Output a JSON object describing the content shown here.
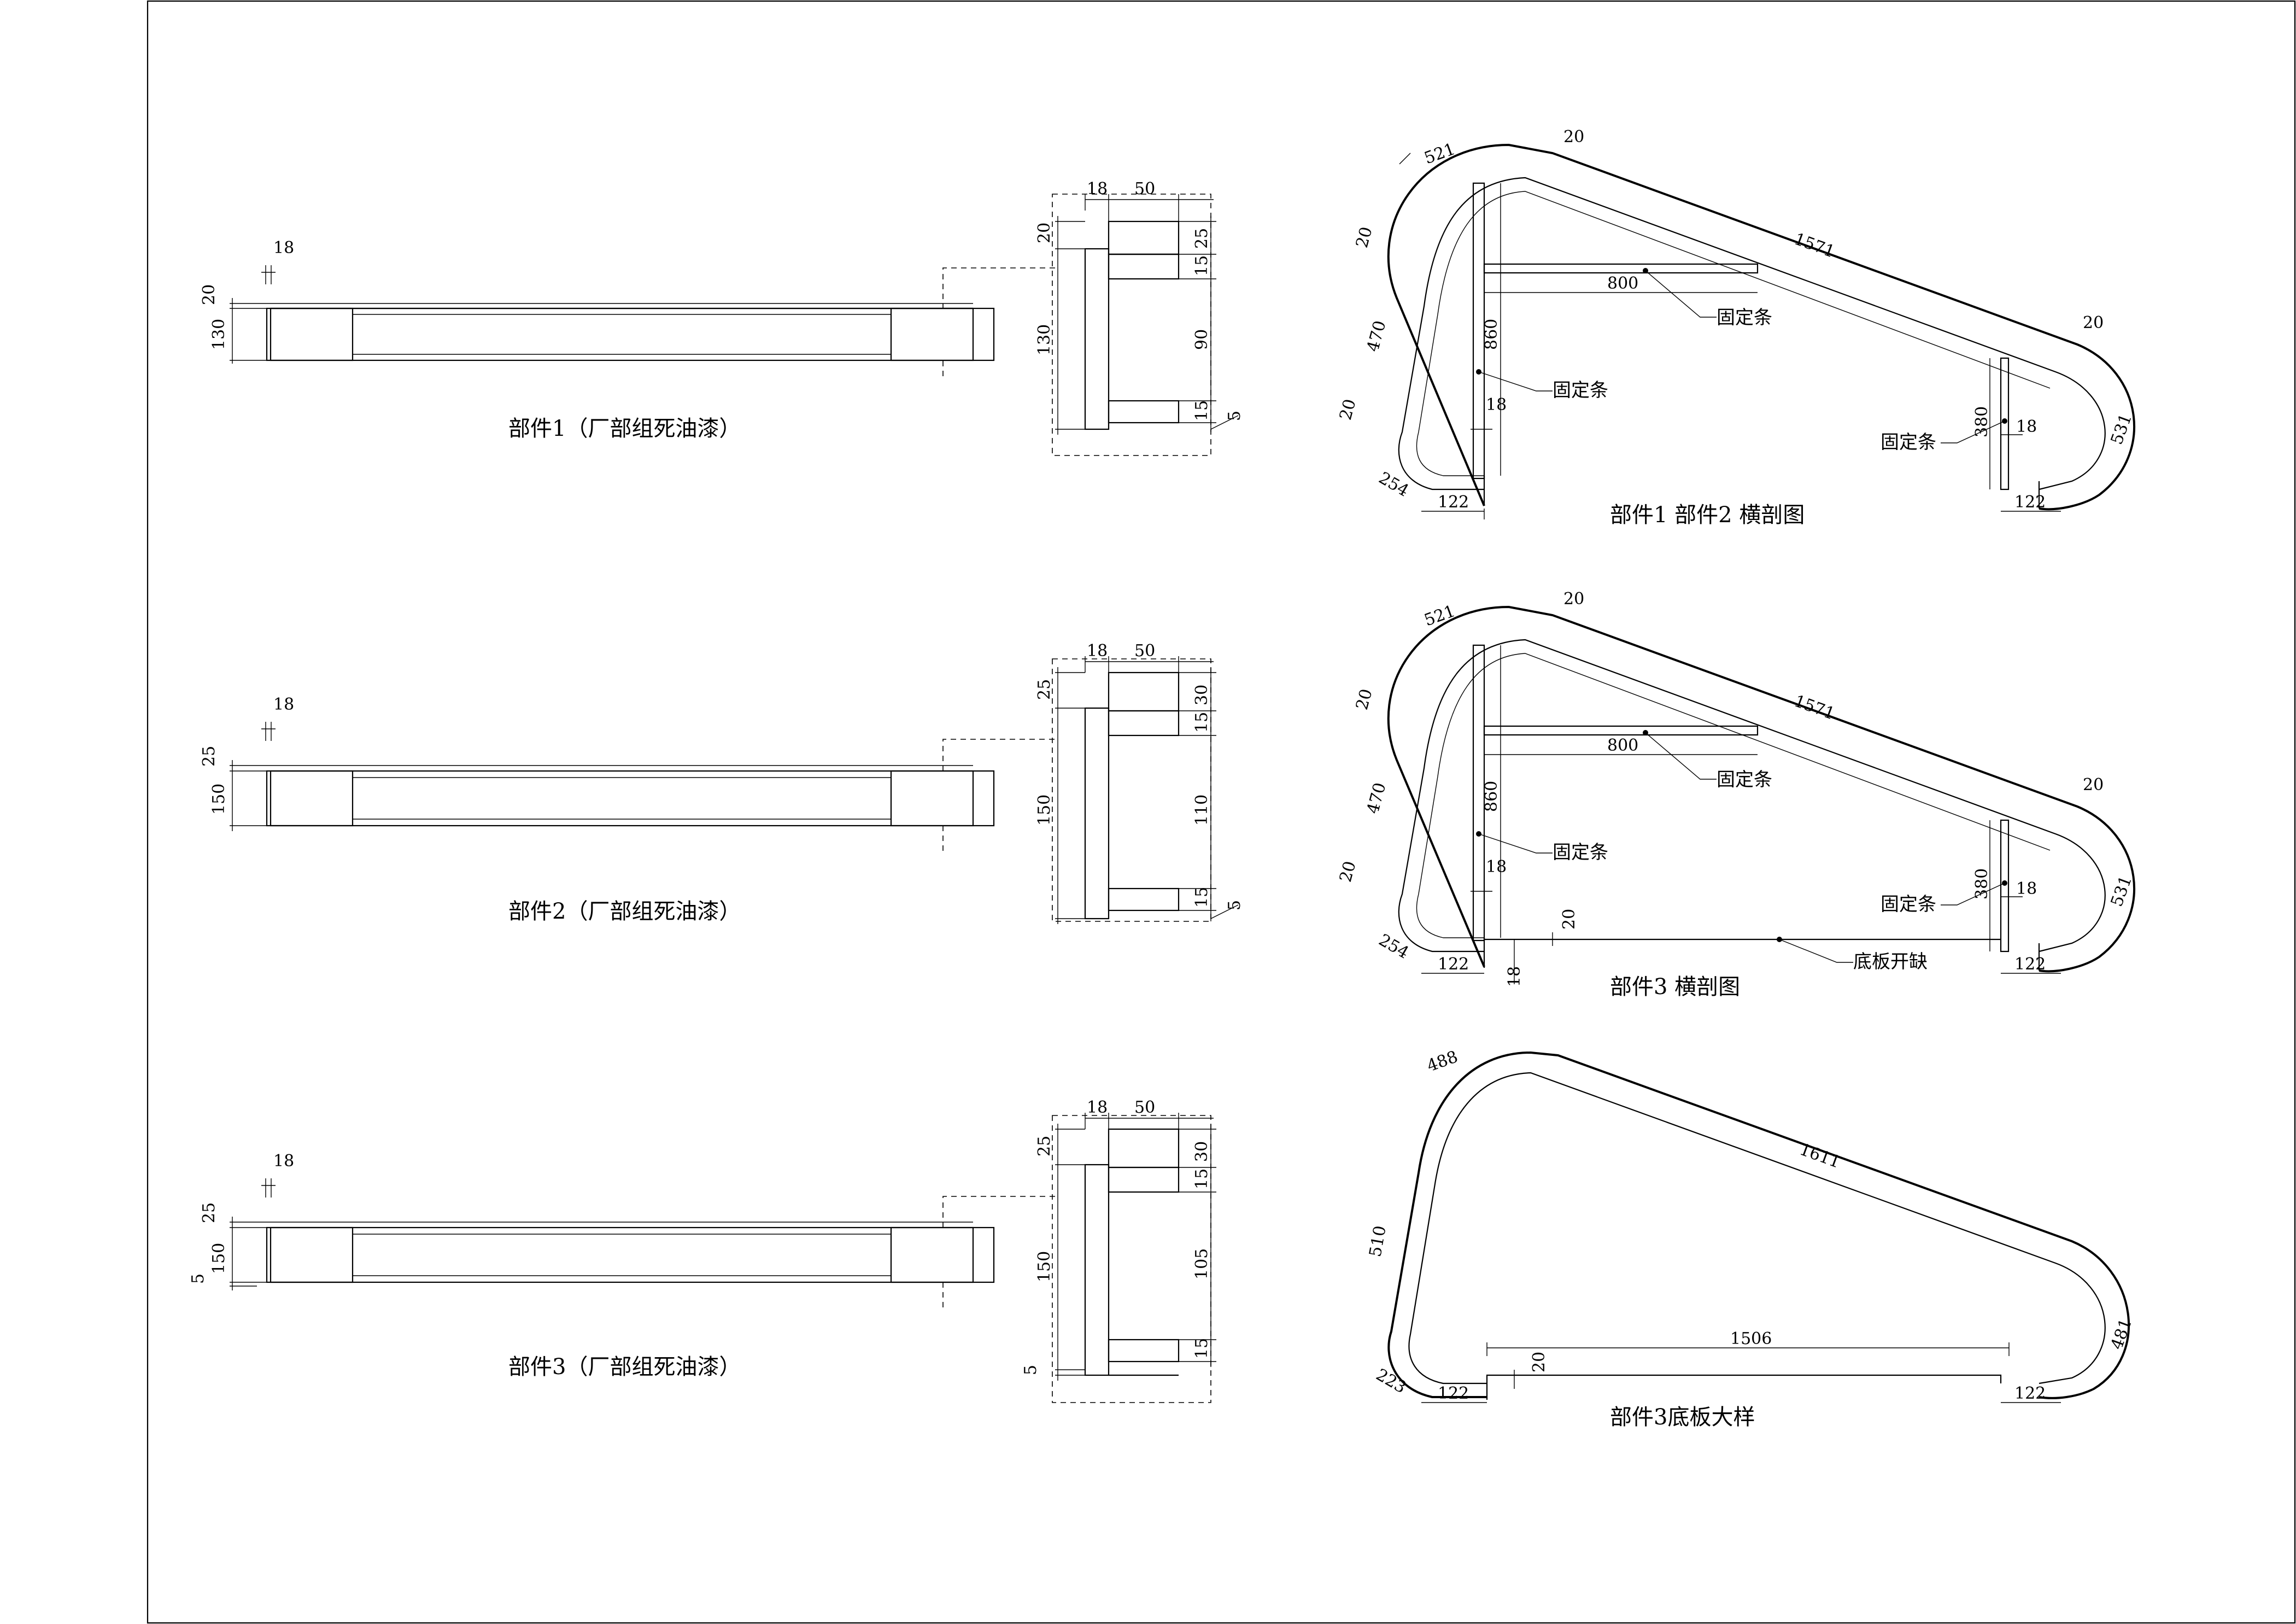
{
  "views": {
    "part1": {
      "title": "部件1（厂部组死油漆）",
      "dims": {
        "plank": "18",
        "top": "20",
        "height": "130"
      }
    },
    "part2": {
      "title": "部件2（厂部组死油漆）",
      "dims": {
        "plank": "18",
        "top": "25",
        "height": "150"
      }
    },
    "part3": {
      "title": "部件3（厂部组死油漆）",
      "dims": {
        "plank": "18",
        "top": "25",
        "height": "150",
        "bottom": "5"
      }
    }
  },
  "details": {
    "part1": {
      "plank": "18",
      "width": "50",
      "top": "20",
      "height": "130",
      "seg1": "25",
      "seg2": "15",
      "seg3": "90",
      "seg4": "15",
      "seg5": "5"
    },
    "part2": {
      "plank": "18",
      "width": "50",
      "top": "25",
      "height": "150",
      "seg1": "30",
      "seg2": "15",
      "seg3": "110",
      "seg4": "15",
      "seg5": "5"
    },
    "part3": {
      "plank": "18",
      "width": "50",
      "top": "25",
      "height": "150",
      "bottom": "5",
      "seg1": "30",
      "seg2": "15",
      "seg3": "105",
      "seg4": "15"
    }
  },
  "sections": {
    "s12": {
      "title": "部件1  部件2  横剖图",
      "dims": {
        "arc_tl": "521",
        "gap_t": "20",
        "slope": "1571",
        "gap_r": "20",
        "arc_r": "531",
        "gap_l1": "20",
        "left": "470",
        "gap_l2": "20",
        "arc_bl": "254",
        "foot_l": "122",
        "foot_r": "122",
        "span": "800",
        "post_h": "860",
        "post_t": "18",
        "post_r_h": "380",
        "post_r_t": "18"
      },
      "labels": {
        "fix1": "固定条",
        "fix2": "固定条",
        "fix3": "固定条"
      }
    },
    "s3": {
      "title": "部件3  横剖图",
      "dims": {
        "arc_tl": "521",
        "gap_t": "20",
        "slope": "1571",
        "gap_r": "20",
        "arc_r": "531",
        "gap_l1": "20",
        "left": "470",
        "gap_l2": "20",
        "arc_bl": "254",
        "foot_l": "122",
        "foot_r": "122",
        "span": "800",
        "post_h": "860",
        "post_t": "18",
        "post_r_h": "380",
        "post_r_t": "18",
        "bottom_t": "18",
        "notch": "20"
      },
      "labels": {
        "fix1": "固定条",
        "fix2": "固定条",
        "fix3": "固定条",
        "notch_label": "底板开缺"
      }
    },
    "base": {
      "title": "部件3底板大样",
      "dims": {
        "arc_tl": "488",
        "slope": "1611",
        "left": "510",
        "arc_r": "481",
        "arc_bl": "223",
        "foot_l": "122",
        "foot_r": "122",
        "span": "1506",
        "notch": "20"
      }
    }
  }
}
